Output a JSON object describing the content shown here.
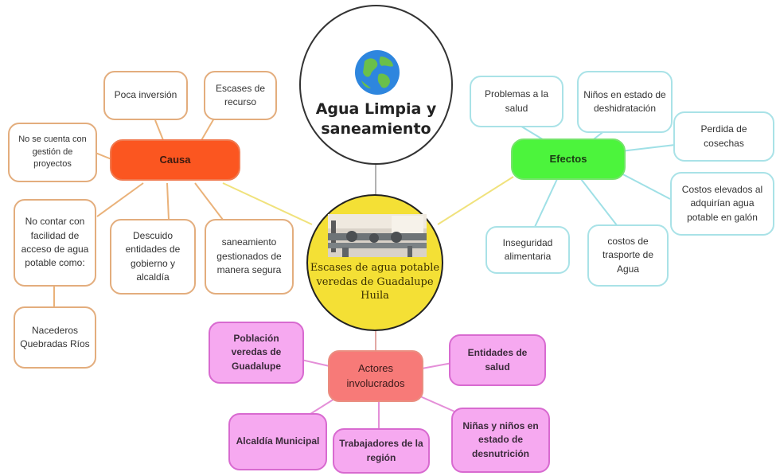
{
  "title": "Agua Limpia y saneamiento",
  "icons": {
    "globe": "globe-icon",
    "photo": "water-pipes-photo"
  },
  "colors": {
    "causa": "#fb5620",
    "efectos": "#4cf43c",
    "actores": "#f77a78",
    "center": "#f4e035",
    "orange_border": "#e3ad7d",
    "cyan_border": "#a9e2e7",
    "pink_fill": "#f6a9f0"
  },
  "center": {
    "label": "Escases de agua potable veredas de Guadalupe Huila"
  },
  "causa": {
    "label": "Causa",
    "items": [
      "Poca inversión",
      "Escases de recurso",
      "No se cuenta con gestión de proyectos",
      "No contar con facilidad de acceso de agua potable como:",
      "Descuido entidades de gobierno y alcaldía",
      "saneamiento gestionados de manera segura",
      "Nacederos Quebradas Ríos"
    ]
  },
  "efectos": {
    "label": "Efectos",
    "items": [
      "Problemas a la salud",
      "Niños en estado de deshidratación",
      "Perdida de cosechas",
      "Costos elevados al adquirían agua potable en galón",
      "Inseguridad alimentaria",
      "costos de trasporte de Agua"
    ]
  },
  "actores": {
    "label": "Actores involucrados",
    "items": [
      "Población veredas de Guadalupe",
      "Entidades de salud",
      "Alcaldía Municipal",
      "Trabajadores de la región",
      "Niñas y niños en estado de desnutrición"
    ]
  }
}
